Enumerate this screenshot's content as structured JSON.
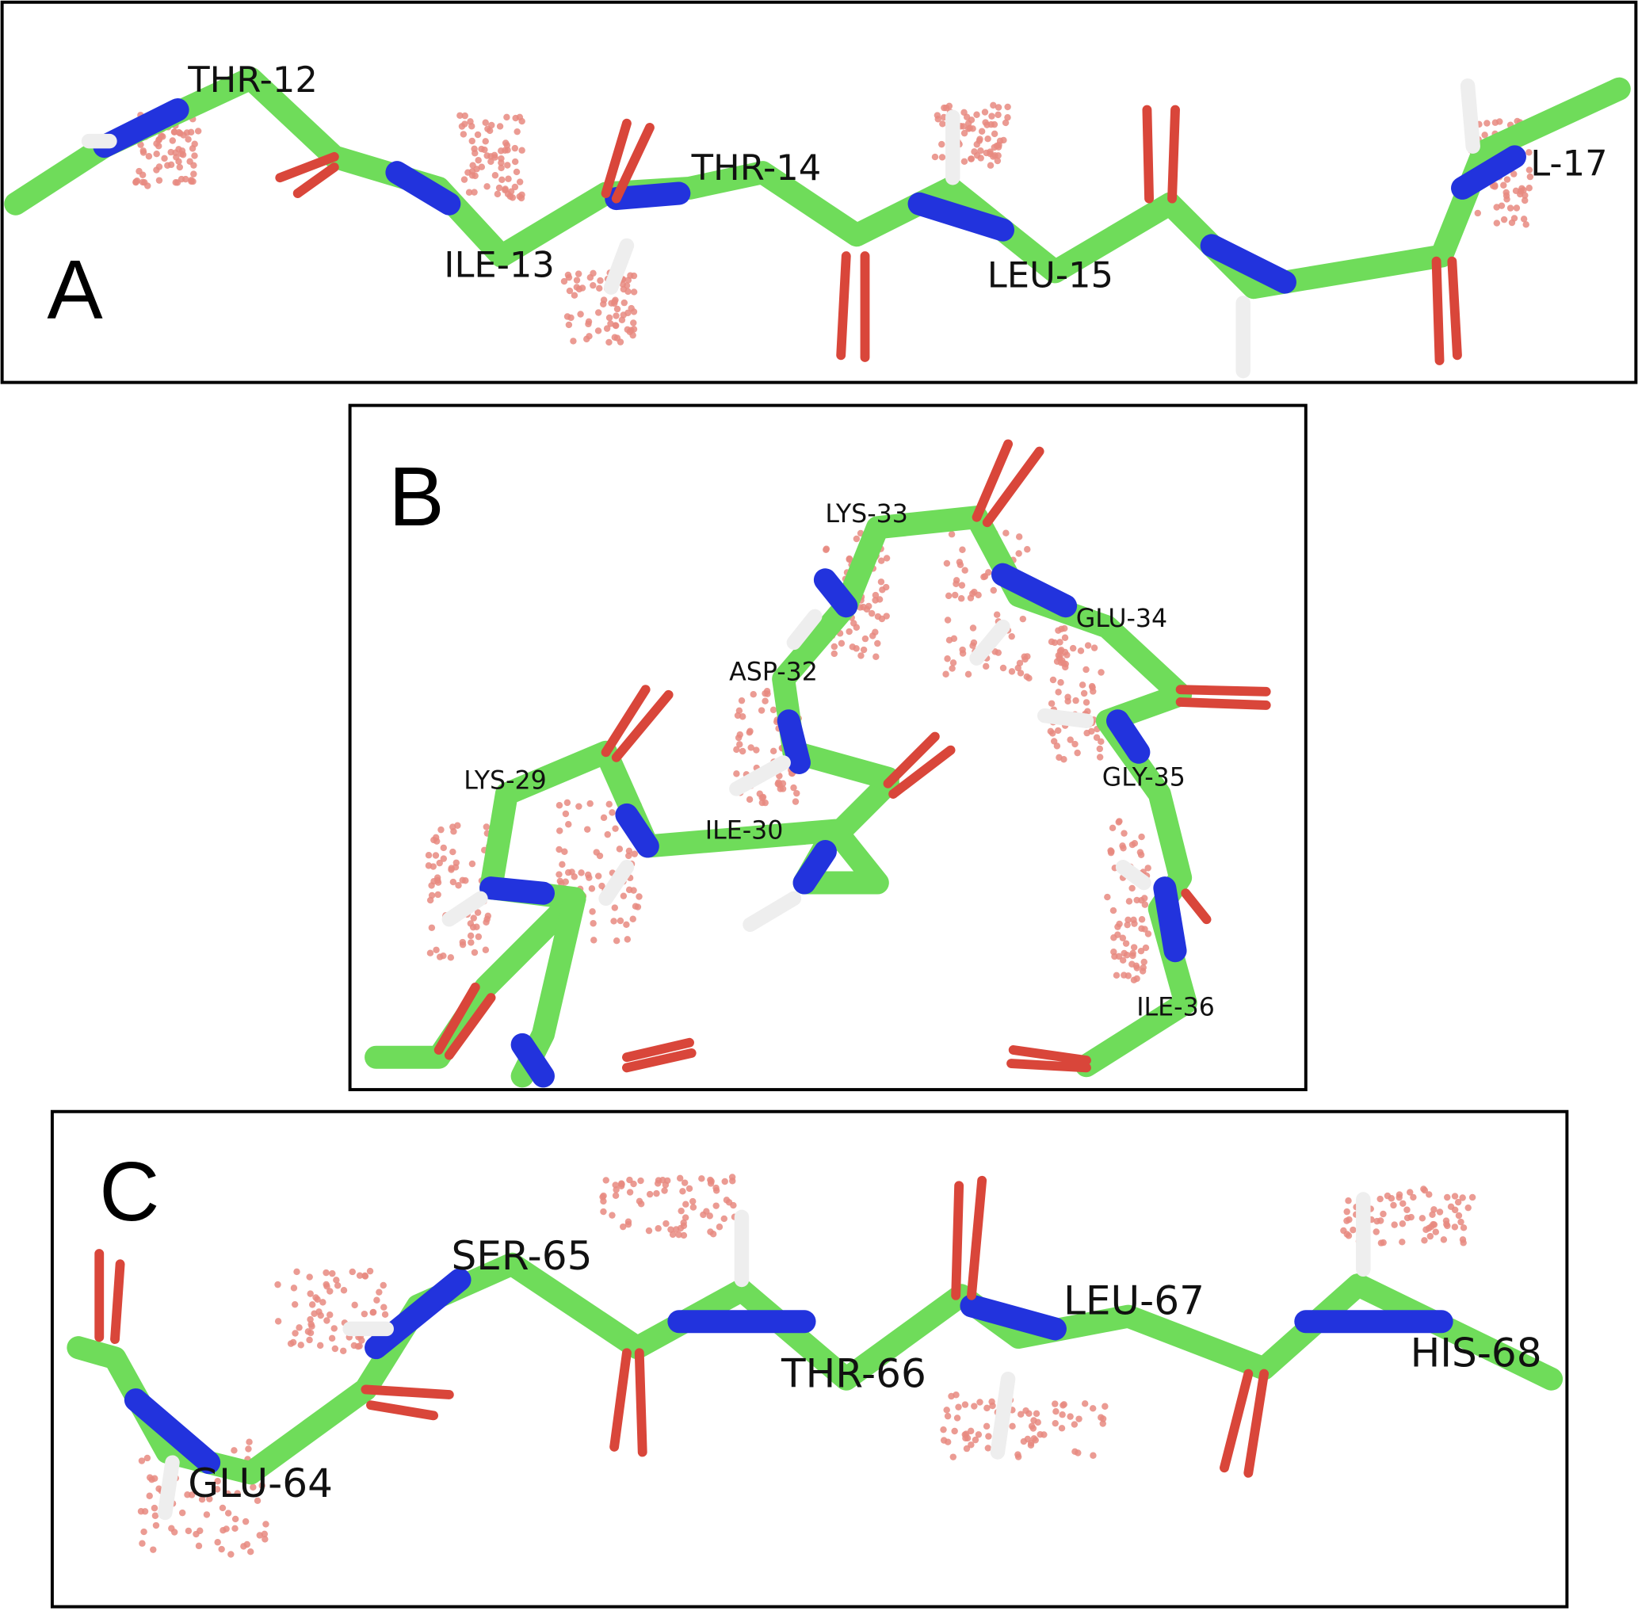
{
  "figure": {
    "panels": [
      {
        "letter": "A",
        "residues": [
          "THR-12",
          "ILE-13",
          "THR-14",
          "LEU-15",
          "L-17"
        ]
      },
      {
        "letter": "B",
        "residues": [
          "LYS-33",
          "GLU-34",
          "ASP-32",
          "LYS-29",
          "ILE-30",
          "GLY-35",
          "ILE-36"
        ]
      },
      {
        "letter": "C",
        "residues": [
          "SER-65",
          "LEU-67",
          "THR-66",
          "HIS-68",
          "GLU-64"
        ]
      }
    ]
  },
  "colors": {
    "carbon": "#6fdc5a",
    "nitrogen": "#2233dd",
    "oxygen": "#d9463a",
    "hydrogen": "#eeeeee",
    "dots": "#e88a80"
  }
}
